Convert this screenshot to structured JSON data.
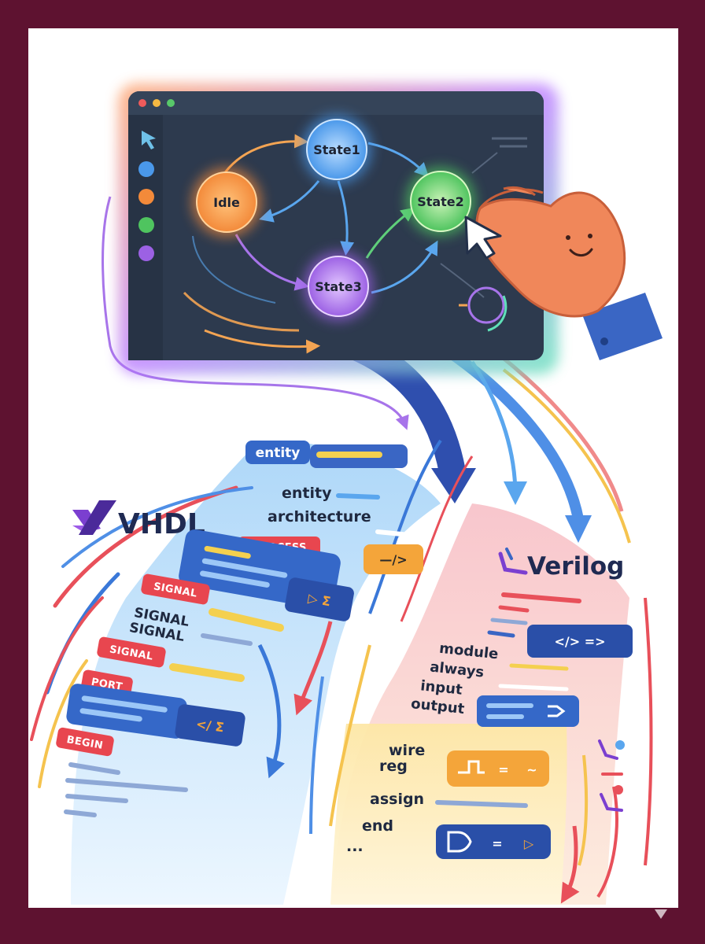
{
  "fsm": {
    "nodes": {
      "idle": "Idle",
      "state1": "State1",
      "state2": "State2",
      "state3": "State3"
    },
    "colors": {
      "idle": "#f59a45",
      "state1": "#4fa3ef",
      "state2": "#56c968",
      "state3": "#a86ce8"
    }
  },
  "vhdl": {
    "title": "VHDL",
    "items": {
      "entity_tag": "entity",
      "entity": "entity",
      "architecture": "architecture",
      "process_tag": "PROCESS",
      "signal_tag_1": "SIGNAL",
      "signal_1": "SIGNAL",
      "signal_2": "SIGNAL",
      "signal_tag_2": "SIGNAL",
      "port_tag": "PORT",
      "begin_tag": "BEGIN"
    },
    "chips": {
      "code": "—/>",
      "play_sum": "▷ Σ",
      "code_sum": "</ Σ"
    }
  },
  "verilog": {
    "title": "Verilog",
    "items": {
      "module": "module",
      "always": "always",
      "input": "input",
      "output": "output",
      "wire": "wire",
      "reg": "reg",
      "assign": "assign",
      "end": "end",
      "ellipsis": "..."
    },
    "chips": {
      "code_eq": "</> =>",
      "eq": "=",
      "tilde": "~",
      "play": "▷"
    }
  }
}
